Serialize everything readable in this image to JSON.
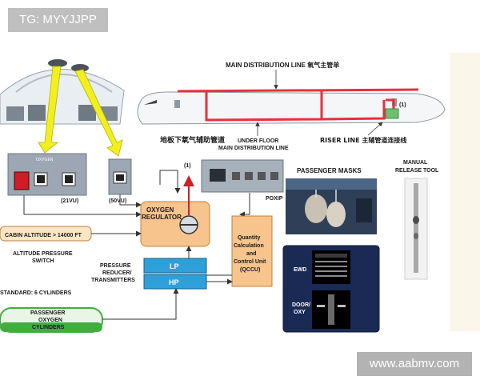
{
  "tag": "TG: MYYJJPP",
  "watermark": "www.aabmv.com",
  "labels": {
    "main_dist_line": "MAIN DISTRIBUTION LINE 氧气主管单",
    "underfloor_cn": "地板下氧气辅助管道",
    "underfloor_line1": "UNDER FLOOR",
    "underfloor_line2": "MAIN DISTRIBUTION LINE",
    "riser_line": "RISER LINE 主辅管道连接线",
    "fuselage_marker": "(1)",
    "relief_marker": "(1)",
    "panel_21vu": "(21VU)",
    "panel_50vu": "(50VU)",
    "oxygen_panel_title": "OXYGEN",
    "oxygen_regulator": [
      "OXYGEN",
      "REGULATOR"
    ],
    "cabin_altitude": "CABIN ALTITUDE > 14000 FT",
    "altitude_switch": [
      "ALTITUDE PRESSURE",
      "SWITCH"
    ],
    "pressure_reducer": [
      "PRESSURE",
      "REDUCER/",
      "TRANSMITTERS"
    ],
    "lp": "LP",
    "hp": "HP",
    "qccu": [
      "Quantity",
      "Calculation",
      "and",
      "Control Unit",
      "(QCCU)"
    ],
    "poxip": "POXIP",
    "passenger_masks": "PASSENGER MASKS",
    "manual_release_tool": [
      "MANUAL",
      "RELEASE TOOL"
    ],
    "standard": "STANDARD: 6 CYLINDERS",
    "passenger_cylinders": [
      "PASSENGER",
      "OXYGEN",
      "CYLINDERS"
    ],
    "ewd": "EWD",
    "door_oxy": [
      "DOOR/",
      "OXY"
    ]
  },
  "colors": {
    "distribution_line": "#e8303a",
    "arrow_yellow": "#f2ef1f",
    "regulator_fill": "#f6c48c",
    "lphp_fill": "#2f9fd8",
    "qccu_fill": "#f6c48c",
    "cylinder_green": "#3fae3f",
    "panel_gray": "#9da7b3",
    "ecam_navy": "#1a2a55"
  }
}
